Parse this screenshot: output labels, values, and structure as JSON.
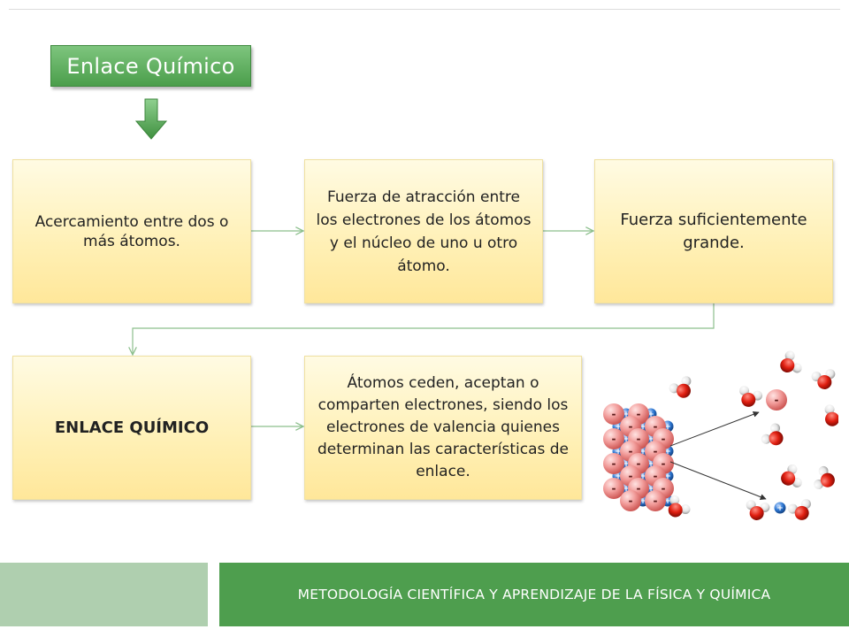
{
  "title": "Enlace Químico",
  "boxes": [
    "Acercamiento entre dos o más átomos.",
    "Fuerza de atracción entre los electrones de los átomos y el núcleo de uno u otro átomo.",
    "Fuerza suficientemente grande.",
    "ENLACE QUÍMICO",
    "Átomos ceden, aceptan o comparten electrones, siendo los electrones de valencia quienes determinan las características de enlace."
  ],
  "footer": "METODOLOGÍA CIENTÍFICA Y APRENDIZAJE DE LA FÍSICA Y QUÍMICA",
  "colors": {
    "title_green": "#5aaa5a",
    "box_fill": "#fff0b5",
    "connector": "#8cbf8c",
    "footer_dark": "#4e9e4e",
    "footer_light": "#afcfaf",
    "anion": "#f19a98",
    "cation": "#2a74d0"
  },
  "ion_labels": {
    "anion": "-",
    "cation": "+"
  },
  "icons": [
    "down-arrow-icon",
    "ionic-lattice-dissolution-illustration"
  ]
}
